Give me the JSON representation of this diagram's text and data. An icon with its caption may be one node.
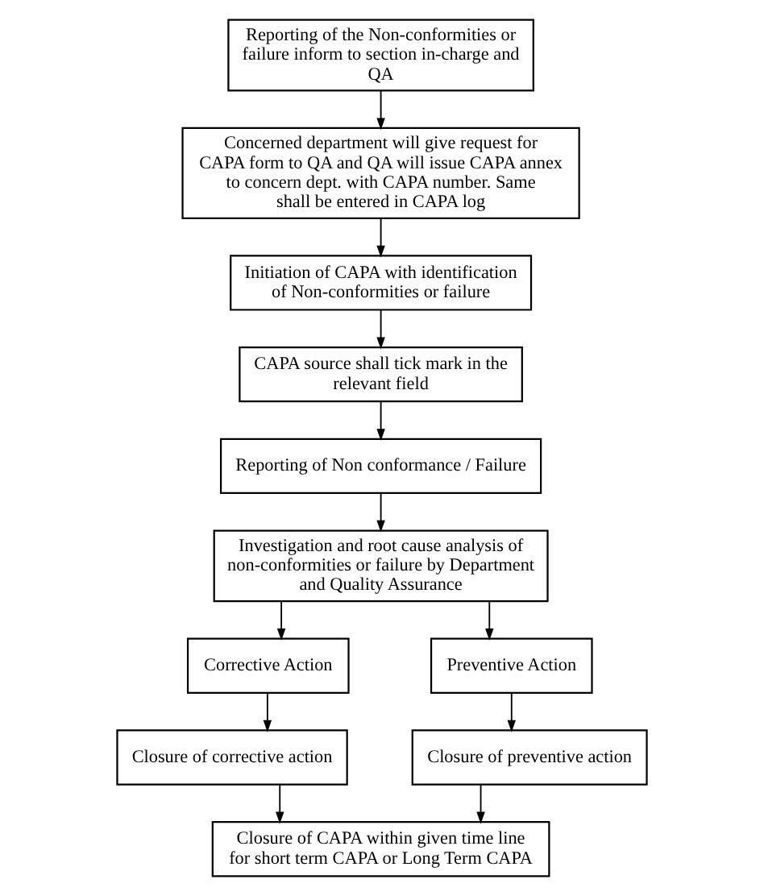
{
  "diagram": {
    "nodes": [
      {
        "text": [
          "Reporting of the Non-conformities or failure inform to section in-charge and QA"
        ]
      },
      {
        "text": [
          "Concerned department will give request for CAPA form to QA and QA will issue CAPA annex to concern dept. with CAPA number. Same shall be entered in CAPA log"
        ]
      },
      {
        "text": [
          "Initiation of CAPA with identification of Non-conformities or failure"
        ]
      },
      {
        "text": [
          "CAPA source shall tick mark in the relevant field"
        ]
      },
      {
        "text": [
          "Reporting of Non conformance / Failure"
        ]
      },
      {
        "text": [
          "Investigation and root cause analysis of non-conformities or failure by Department and Quality Assurance"
        ]
      },
      {
        "text": [
          "Corrective Action"
        ]
      },
      {
        "text": [
          "Preventive Action"
        ]
      },
      {
        "text": [
          "Closure of corrective action"
        ]
      },
      {
        "text": [
          "Closure of preventive action"
        ]
      },
      {
        "text": [
          "Closure of CAPA within given time line for short term CAPA or Long Term CAPA"
        ]
      }
    ],
    "edges": [
      {
        "from": 0,
        "to": 1,
        "arrow": "to"
      },
      {
        "from": 1,
        "to": 2,
        "arrow": "to"
      },
      {
        "from": 2,
        "to": 3,
        "arrow": "to"
      },
      {
        "from": 3,
        "to": 4,
        "arrow": "to"
      },
      {
        "from": 4,
        "to": 5,
        "arrow": "to"
      },
      {
        "from": 5,
        "to": 6,
        "arrow": "to"
      },
      {
        "from": 5,
        "to": 7,
        "arrow": "to"
      },
      {
        "from": 6,
        "to": 8,
        "arrow": "to"
      },
      {
        "from": 7,
        "to": 9,
        "arrow": "to"
      },
      {
        "from": 8,
        "to": 10,
        "arrow": "to"
      },
      {
        "from": 9,
        "to": 10,
        "arrow": "to"
      }
    ]
  }
}
